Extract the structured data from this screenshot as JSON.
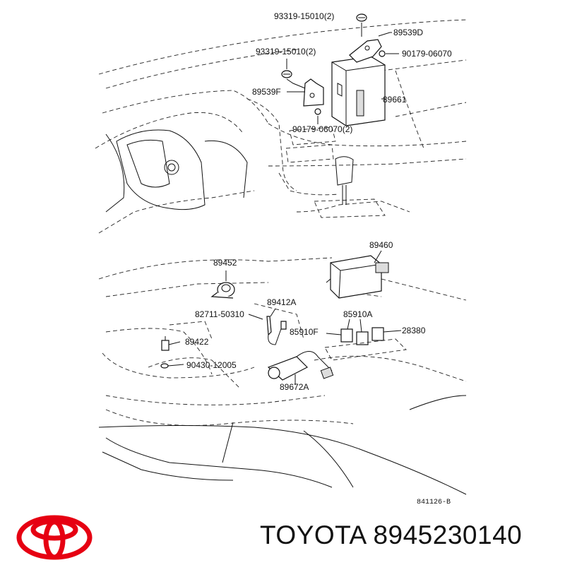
{
  "diagram": {
    "labels": {
      "p93319_top": "93319-15010(2)",
      "p89539D": "89539D",
      "p93319_mid": "93319-15010(2)",
      "p90179_right": "90179-06070",
      "p89539F": "89539F",
      "p89661": "89661",
      "p90179_low": "90179-06070(2)",
      "p89460": "89460",
      "p89452": "89452",
      "p89412A": "89412A",
      "p82711": "82711-50310",
      "p85910A": "85910A",
      "p85910F": "85910F",
      "p28380": "28380",
      "p89422": "89422",
      "p90430": "90430-12005",
      "p89672A": "89672A"
    },
    "drawing_code": "841126-B"
  },
  "footer": {
    "brand_text": "TOYOTA 8945230140",
    "logo_color": "#e60012"
  }
}
